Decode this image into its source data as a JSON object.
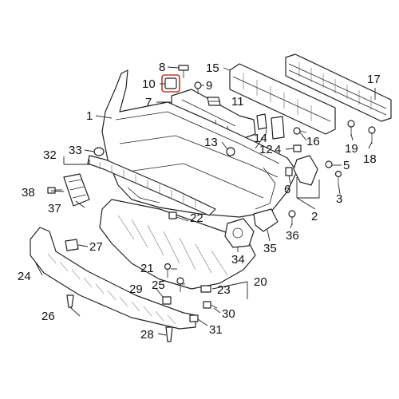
{
  "diagram": {
    "callouts": [
      {
        "key": "c1",
        "label": "1"
      },
      {
        "key": "c2",
        "label": "2"
      },
      {
        "key": "c3",
        "label": "3"
      },
      {
        "key": "c4",
        "label": "4"
      },
      {
        "key": "c5",
        "label": "5"
      },
      {
        "key": "c6",
        "label": "6"
      },
      {
        "key": "c7",
        "label": "7"
      },
      {
        "key": "c8",
        "label": "8"
      },
      {
        "key": "c9",
        "label": "9"
      },
      {
        "key": "c10",
        "label": "10"
      },
      {
        "key": "c11",
        "label": "11"
      },
      {
        "key": "c12",
        "label": "12"
      },
      {
        "key": "c13",
        "label": "13"
      },
      {
        "key": "c14",
        "label": "14"
      },
      {
        "key": "c15",
        "label": "15"
      },
      {
        "key": "c16",
        "label": "16"
      },
      {
        "key": "c17",
        "label": "17"
      },
      {
        "key": "c18",
        "label": "18"
      },
      {
        "key": "c19",
        "label": "19"
      },
      {
        "key": "c20",
        "label": "20"
      },
      {
        "key": "c21",
        "label": "21"
      },
      {
        "key": "c22",
        "label": "22"
      },
      {
        "key": "c23",
        "label": "23"
      },
      {
        "key": "c24",
        "label": "24"
      },
      {
        "key": "c25",
        "label": "25"
      },
      {
        "key": "c26",
        "label": "26"
      },
      {
        "key": "c27",
        "label": "27"
      },
      {
        "key": "c28",
        "label": "28"
      },
      {
        "key": "c29",
        "label": "29"
      },
      {
        "key": "c30",
        "label": "30"
      },
      {
        "key": "c31",
        "label": "31"
      },
      {
        "key": "c32",
        "label": "32"
      },
      {
        "key": "c33",
        "label": "33"
      },
      {
        "key": "c34",
        "label": "34"
      },
      {
        "key": "c35",
        "label": "35"
      },
      {
        "key": "c36",
        "label": "36"
      },
      {
        "key": "c37",
        "label": "37"
      },
      {
        "key": "c38",
        "label": "38"
      }
    ],
    "highlight_color": "#c0392b",
    "line_color": "#222222"
  }
}
